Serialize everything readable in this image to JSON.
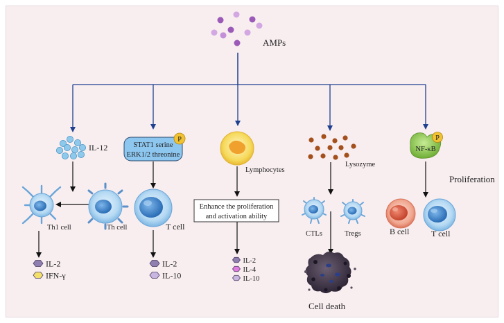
{
  "center": {
    "label": "AMPs"
  },
  "colors": {
    "arrow": "#1f3f8f",
    "amp_dot_dark": "#9b5ab8",
    "amp_dot_light": "#d2a7e2",
    "il12_particle": "#8ec9eb",
    "lysozyme_dot": "#a3501c",
    "stat_box": "#8dc6ef",
    "nfkb": "#8fc957",
    "phospho": "#f1c232",
    "lymphocyte": "#f4d34c",
    "il2_hex": "#8f7fb0",
    "il10_hex": "#c8b6e0",
    "ifng_hex": "#f3e06b",
    "il4_hex": "#e07ce0"
  },
  "branches": {
    "il12": {
      "label": "IL-12",
      "th1_label": "Th1 cell",
      "th_label": "Th cell",
      "cytokines": [
        {
          "label": "IL-2",
          "color": "#8f7fb0"
        },
        {
          "label": "IFN-γ",
          "color": "#f3e06b"
        }
      ]
    },
    "stat": {
      "box_line1": "STAT1 serine",
      "box_line2": "ERK1/2 threonine",
      "phospho": "P",
      "cell_label": "T cell",
      "cytokines": [
        {
          "label": "IL-2",
          "color": "#8f7fb0"
        },
        {
          "label": "IL-10",
          "color": "#c8b6e0"
        }
      ]
    },
    "lymph": {
      "cell_label": "Lymphocytes",
      "box_line1": "Enhance the proliferation",
      "box_line2": "and activation ability",
      "cytokines": [
        {
          "label": "IL-2",
          "color": "#8f7fb0"
        },
        {
          "label": "IL-4",
          "color": "#e07ce0"
        },
        {
          "label": "IL-10",
          "color": "#c8b6e0"
        }
      ]
    },
    "lysozyme": {
      "label": "Lysozyme",
      "ctl_label": "CTLs",
      "treg_label": "Tregs",
      "death_label": "Cell death"
    },
    "nfkb": {
      "label": "NF-κB",
      "phospho": "P",
      "proliferation_label": "Proliferation",
      "bcell_label": "B cell",
      "tcell_label": "T cell"
    }
  }
}
